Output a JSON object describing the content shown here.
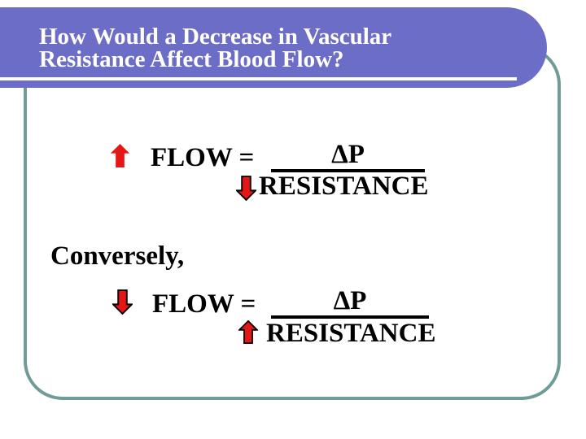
{
  "slide": {
    "title_line1": "How Would a Decrease in Vascular",
    "title_line2": "Resistance Affect Blood Flow?",
    "conversely_label": "Conversely,",
    "equations": [
      {
        "flow_arrow": "up",
        "flow_label": "FLOW =",
        "numerator": "ΔP",
        "resistance_arrow": "down",
        "denominator": "RESISTANCE"
      },
      {
        "flow_arrow": "down",
        "flow_label": "FLOW =",
        "numerator": "ΔP",
        "resistance_arrow": "up",
        "denominator": "RESISTANCE"
      }
    ],
    "colors": {
      "banner": "#6C6DC7",
      "frame": "#6F9B99",
      "arrow_red": "#E51616",
      "title_text": "#FFFFF4",
      "body_text": "#000000",
      "stripe": "#FFFFFF"
    }
  }
}
